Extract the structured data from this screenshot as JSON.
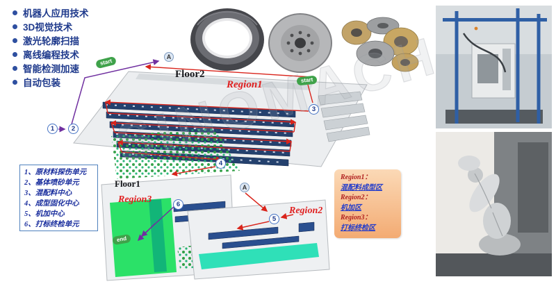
{
  "page": {
    "watermark": "SINOMACH"
  },
  "tech_list": {
    "items": [
      "机器人应用技术",
      "3D视觉技术",
      "激光轮廓扫描",
      "离线编程技术",
      "智能检测加速",
      "自动包装"
    ]
  },
  "unit_list": {
    "items": [
      "1、原材料探伤单元",
      "2、基体喷砂单元",
      "3、混配料中心",
      "4、成型固化中心",
      "5、机加中心",
      "6、打标终检单元"
    ]
  },
  "region_legend": {
    "entries": [
      {
        "label": "Region1：",
        "value": "混配料成型区"
      },
      {
        "label": "Region2：",
        "value": "机加区"
      },
      {
        "label": "Region3：",
        "value": "打标终检区"
      }
    ]
  },
  "floor2": {
    "title": "Floor2",
    "region_label": "Region1",
    "start_left": "start",
    "start_right": "start",
    "connector": "A"
  },
  "floor1": {
    "title": "Floor1",
    "region_label": "Region3",
    "end": "end"
  },
  "region2": {
    "region_label": "Region2",
    "connector": "A"
  },
  "markers": {
    "m1": "1",
    "m2": "2",
    "m3": "3",
    "m4": "4",
    "m5": "5",
    "m6": "6"
  },
  "colors": {
    "accent_red": "#d9241b",
    "accent_purple": "#7030a0",
    "bullet_blue": "#1f3a8c",
    "region_red": "#e01f1f",
    "start_green": "#3fa24a",
    "floor_green": "#2be168",
    "teal_strip": "#2fe0b8",
    "legend_orange": "#f3ab73"
  }
}
